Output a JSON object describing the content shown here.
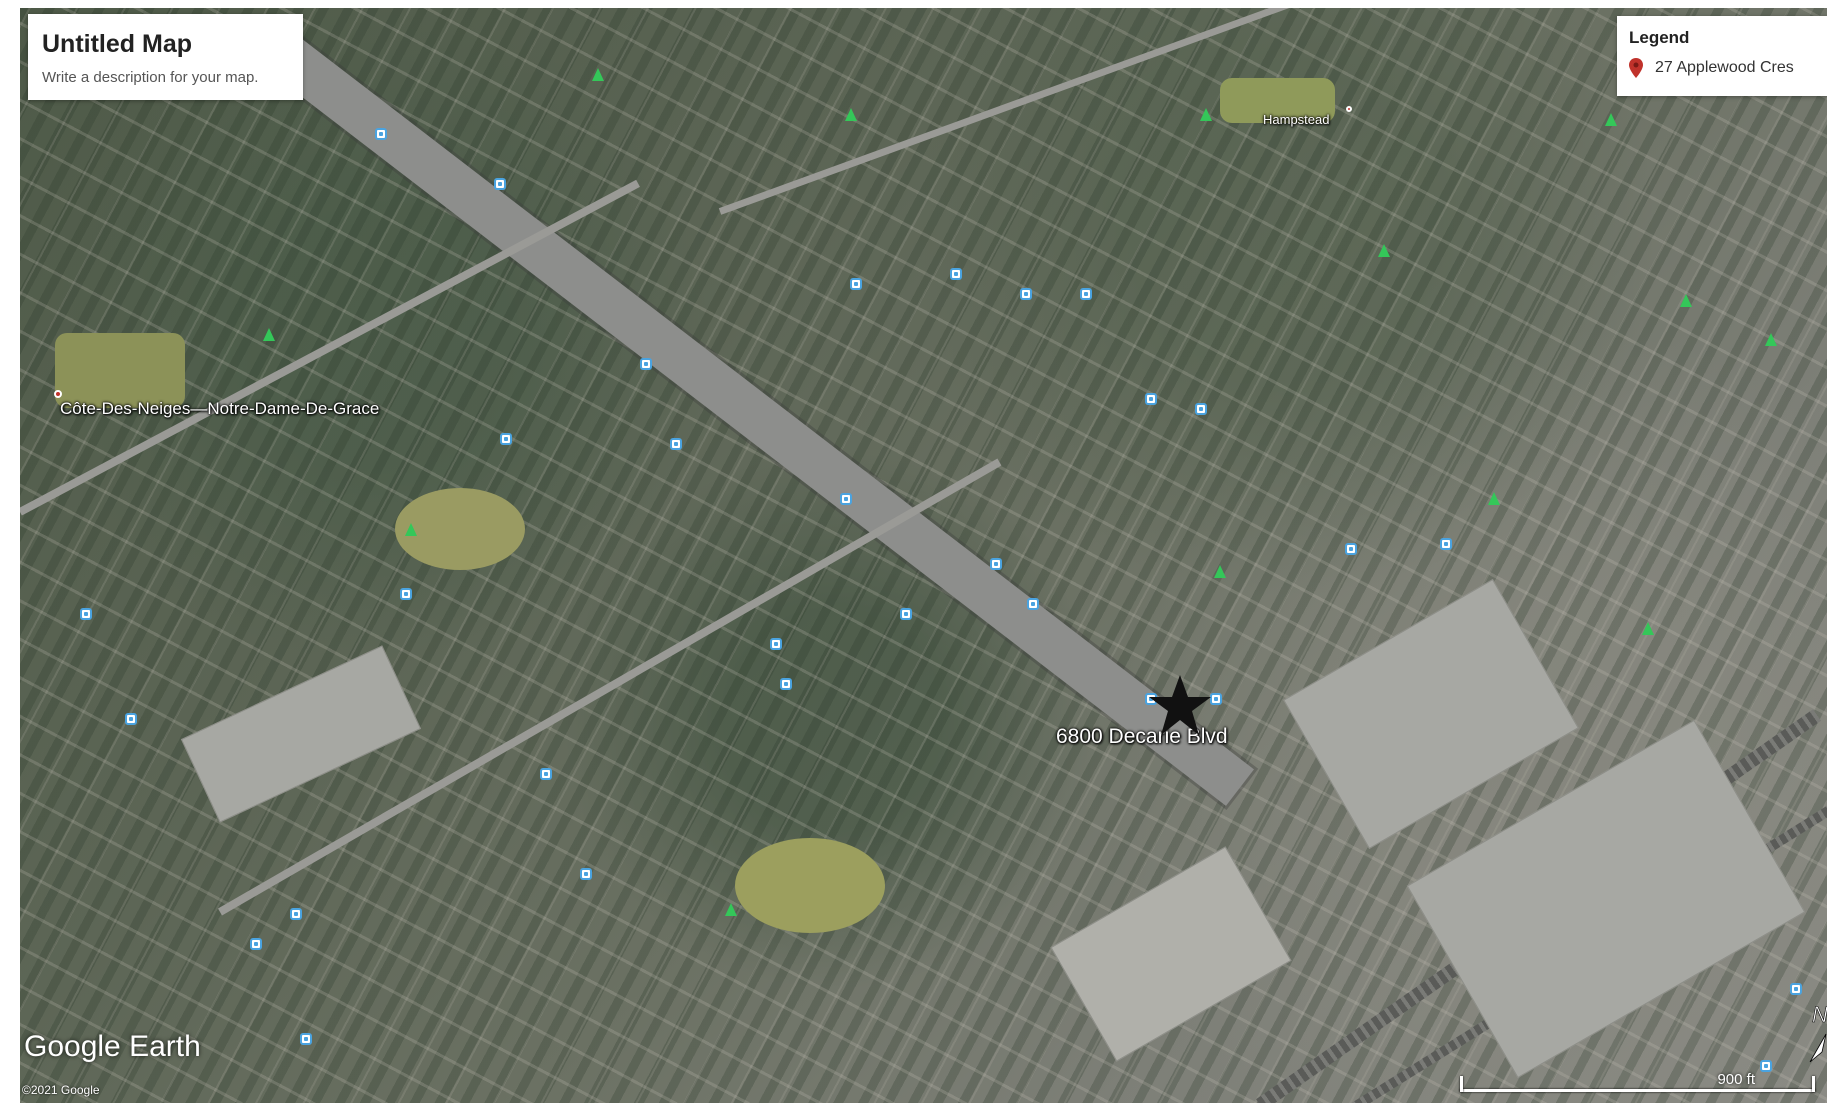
{
  "map_title": "Untitled Map",
  "map_description": "Write a description for your map.",
  "legend": {
    "title": "Legend",
    "items": [
      {
        "label": "27 Applewood Cres",
        "icon": "map-pin-icon",
        "color": "#c0322b"
      }
    ]
  },
  "place_labels": {
    "neighbourhood": "Côte-Des-Neiges—Notre-Dame-De-Grace",
    "town": "Hampstead",
    "address": "6800 Decarie Blvd"
  },
  "marker": {
    "icon": "black-star-icon",
    "color": "#111111"
  },
  "branding": {
    "logo": "Google Earth",
    "copyright": "©2021 Google"
  },
  "scale": {
    "label": "900 ft"
  },
  "compass": {
    "label": "N"
  }
}
